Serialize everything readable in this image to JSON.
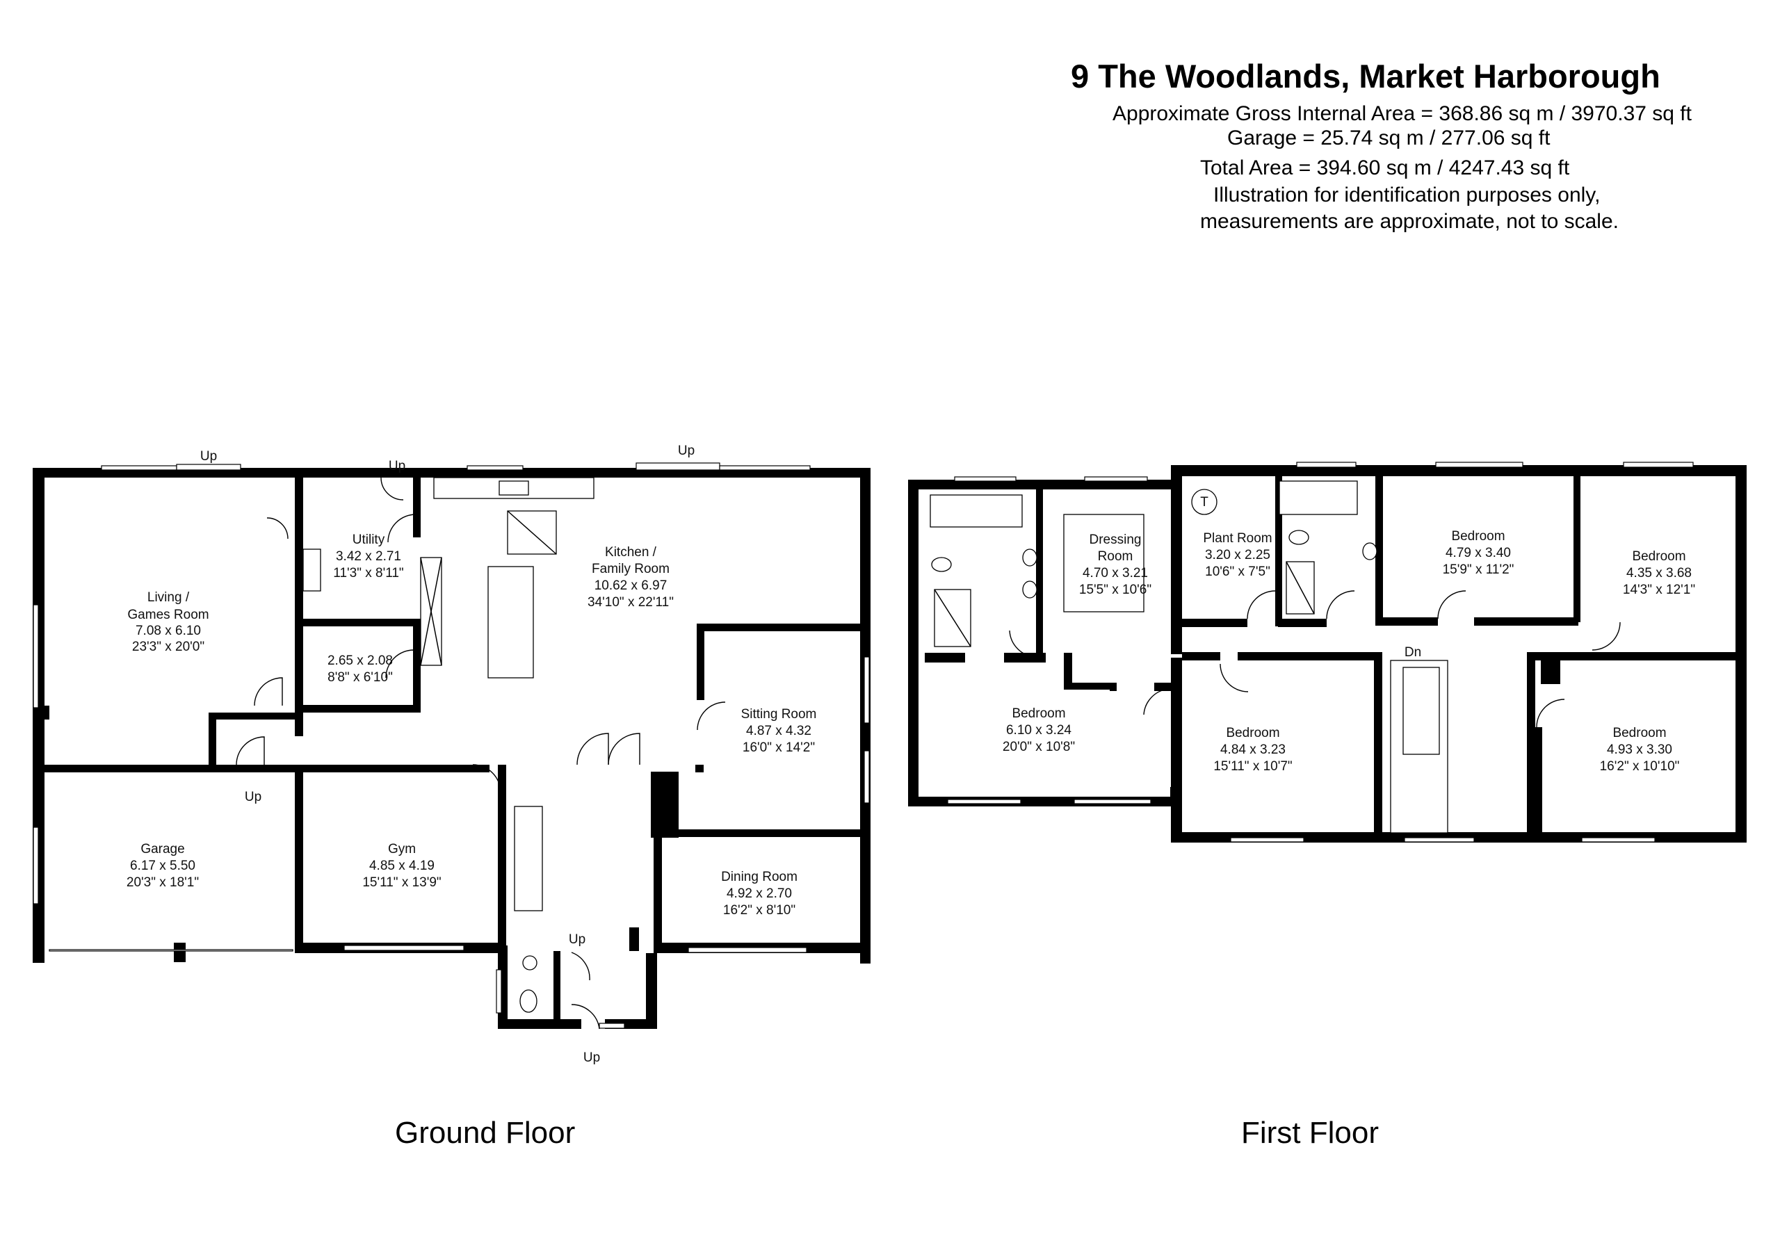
{
  "header": {
    "title": "9 The Woodlands, Market Harborough",
    "gross_area": "Approximate Gross Internal Area = 368.86 sq m / 3970.37 sq ft",
    "garage_area": "Garage = 25.74 sq m / 277.06 sq ft",
    "total_area": "Total Area = 394.60 sq m / 4247.43 sq ft",
    "disclaimer_line1": "Illustration for identification purposes only,",
    "disclaimer_line2": "measurements are approximate, not to scale."
  },
  "floors": {
    "ground": {
      "label": "Ground Floor",
      "rooms": [
        {
          "name": "Living /\nGames Room",
          "metric": "7.08 x 6.10",
          "imperial": "23'3\" x 20'0\""
        },
        {
          "name": "Utility",
          "metric": "3.42 x 2.71",
          "imperial": "11'3\" x 8'11\""
        },
        {
          "name": "",
          "metric": "2.65 x 2.08",
          "imperial": "8'8\" x 6'10\""
        },
        {
          "name": "Kitchen /\nFamily Room",
          "metric": "10.62 x 6.97",
          "imperial": "34'10\" x 22'11\""
        },
        {
          "name": "Sitting Room",
          "metric": "4.87 x 4.32",
          "imperial": "16'0\" x 14'2\""
        },
        {
          "name": "Garage",
          "metric": "6.17 x 5.50",
          "imperial": "20'3\" x 18'1\""
        },
        {
          "name": "Gym",
          "metric": "4.85 x 4.19",
          "imperial": "15'11\" x 13'9\""
        },
        {
          "name": "Dining Room",
          "metric": "4.92 x 2.70",
          "imperial": "16'2\" x 8'10\""
        }
      ],
      "stair_labels": [
        "Up",
        "Up",
        "Up",
        "Up",
        "Up",
        "Up"
      ]
    },
    "first": {
      "label": "First Floor",
      "rooms": [
        {
          "name": "Dressing\nRoom",
          "metric": "4.70 x 3.21",
          "imperial": "15'5\" x 10'6\""
        },
        {
          "name": "Plant Room",
          "metric": "3.20 x 2.25",
          "imperial": "10'6\" x 7'5\""
        },
        {
          "name": "Bedroom",
          "metric": "4.79 x 3.40",
          "imperial": "15'9\" x 11'2\""
        },
        {
          "name": "Bedroom",
          "metric": "4.35 x 3.68",
          "imperial": "14'3\" x 12'1\""
        },
        {
          "name": "Bedroom",
          "metric": "6.10 x 3.24",
          "imperial": "20'0\" x 10'8\""
        },
        {
          "name": "Bedroom",
          "metric": "4.84 x 3.23",
          "imperial": "15'11\" x 10'7\""
        },
        {
          "name": "Bedroom",
          "metric": "4.93 x 3.30",
          "imperial": "16'2\" x 10'10\""
        }
      ],
      "stair_label": "Dn",
      "tank_label": "T"
    }
  }
}
